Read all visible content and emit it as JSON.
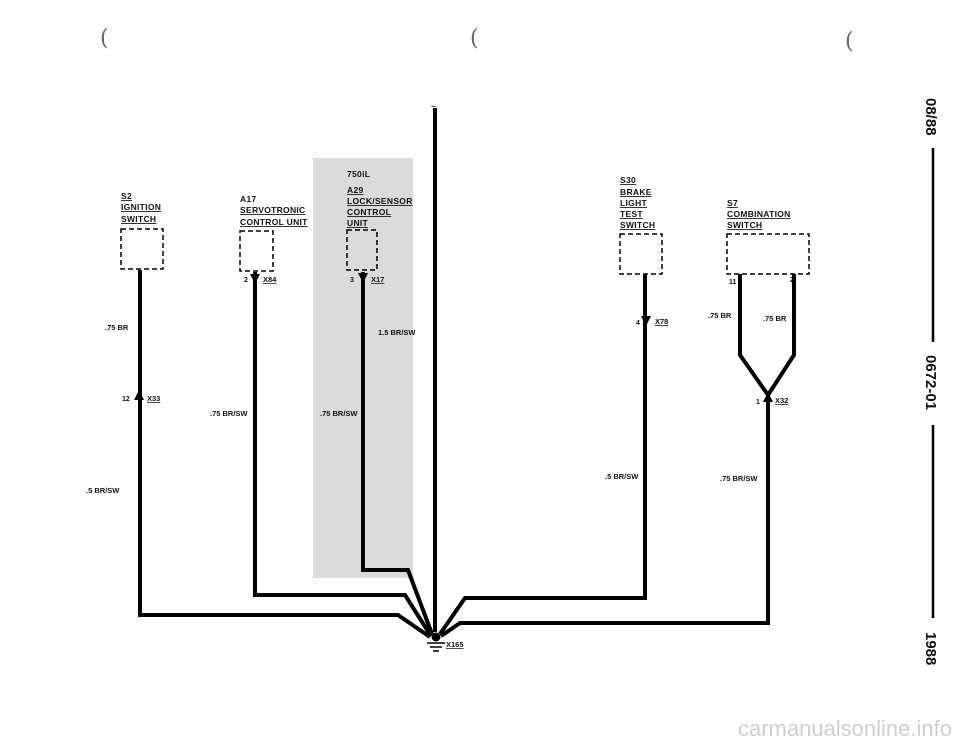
{
  "components": {
    "s2": {
      "id": "S2",
      "line1": "IGNITION",
      "line2": "SWITCH"
    },
    "a17": {
      "id": "A17",
      "line1": "SERVOTRONIC",
      "line2": "CONTROL UNIT"
    },
    "a29": {
      "variant": "750iL",
      "id": "A29",
      "line1": "LOCK/SENSOR",
      "line2": "CONTROL",
      "line3": "UNIT"
    },
    "s30": {
      "id": "S30",
      "line1": "BRAKE",
      "line2": "LIGHT",
      "line3": "TEST",
      "line4": "SWITCH"
    },
    "s7": {
      "id": "S7",
      "line1": "COMBINATION",
      "line2": "SWITCH"
    }
  },
  "connectors": {
    "x33": {
      "pin": "12",
      "name": "X33"
    },
    "x84": {
      "pin": "2",
      "name": "X84"
    },
    "x17": {
      "pin": "3",
      "name": "X17"
    },
    "x78": {
      "pin": "4",
      "name": "X78"
    },
    "x32": {
      "pin": "1",
      "name": "X32"
    },
    "s7_pin_left": "11",
    "s7_pin_right": "2",
    "ground": "X165"
  },
  "wires": {
    "s2_upper": ".75 BR",
    "s2_lower": ".5 BR/SW",
    "a17": ".75 BR/SW",
    "a29": ".75 BR/SW",
    "top_feed": "1.5 BR/SW",
    "s30": ".5 BR/SW",
    "s7_left": ".75 BR",
    "s7_right": ".75 BR",
    "s7_lower": ".75 BR/SW"
  },
  "side": {
    "date": "08/88",
    "code": "0672-01",
    "year": "1988"
  },
  "watermark": "carmanualsonline.info"
}
